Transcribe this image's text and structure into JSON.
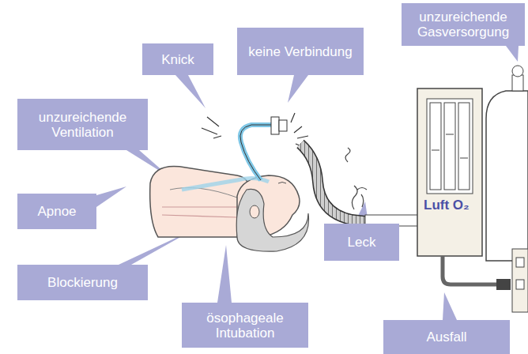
{
  "diagram": {
    "nodes": [
      {
        "text": [
          "Knick"
        ]
      },
      {
        "text": [
          "keine Verbindung"
        ]
      },
      {
        "text": [
          "unzureichende Gasversorgung"
        ]
      },
      {
        "text": [
          "unzureichende Ventilation"
        ]
      },
      {
        "text": [
          "Apnoe"
        ]
      },
      {
        "text": [
          "Blockierung"
        ]
      },
      {
        "text": [
          "Leck"
        ]
      },
      {
        "text": [
          "ösophageale Intubation"
        ]
      },
      {
        "text": [
          "Ausfall"
        ]
      }
    ],
    "labels": [
      "Luft O₂"
    ]
  }
}
